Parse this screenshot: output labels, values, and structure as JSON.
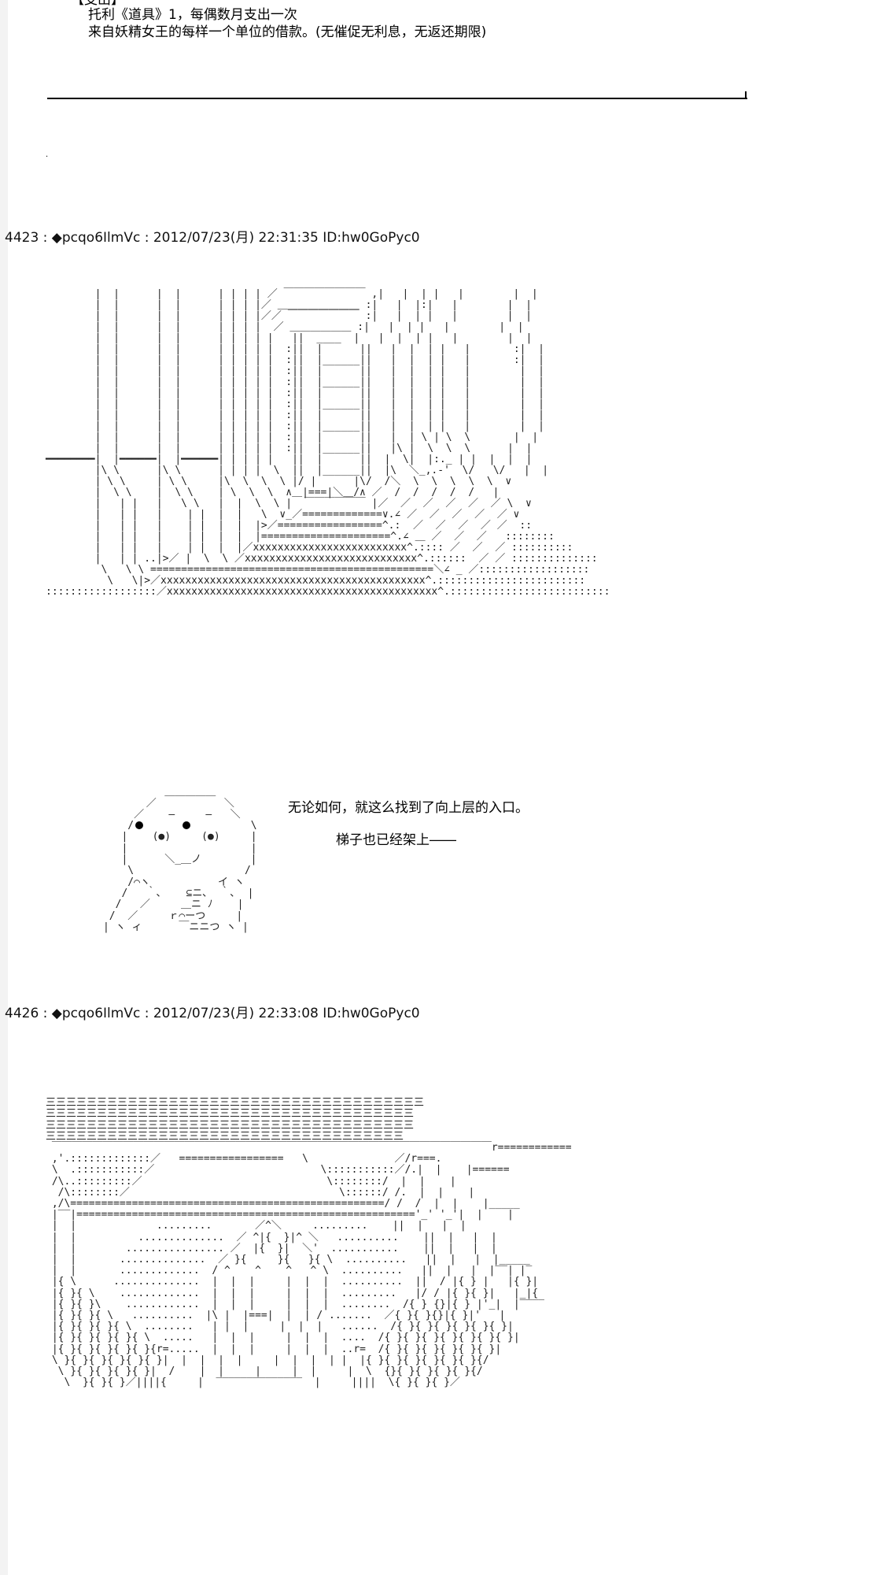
{
  "top_note": {
    "bracket": "【支出】",
    "line1": "托利《道具》1，每偶数月支出一次",
    "line2": "来自妖精女王的每样一个单位的借款。(无催促无利息，无返还期限)"
  },
  "posts": [
    {
      "header": "4423 : ◆pcqo6IlmVc : 2012/07/23(月) 22:31:35 ID:hw0GoPyc0",
      "dialogue": [
        "无论如何，就这么找到了向上层的入口。",
        "梯子也已经架上――"
      ]
    },
    {
      "header": "4426 : ◆pcqo6IlmVc : 2012/07/23(月) 22:33:08 ID:hw0GoPyc0"
    }
  ],
  "icons": {
    "marker": "black-diamond-icon"
  }
}
